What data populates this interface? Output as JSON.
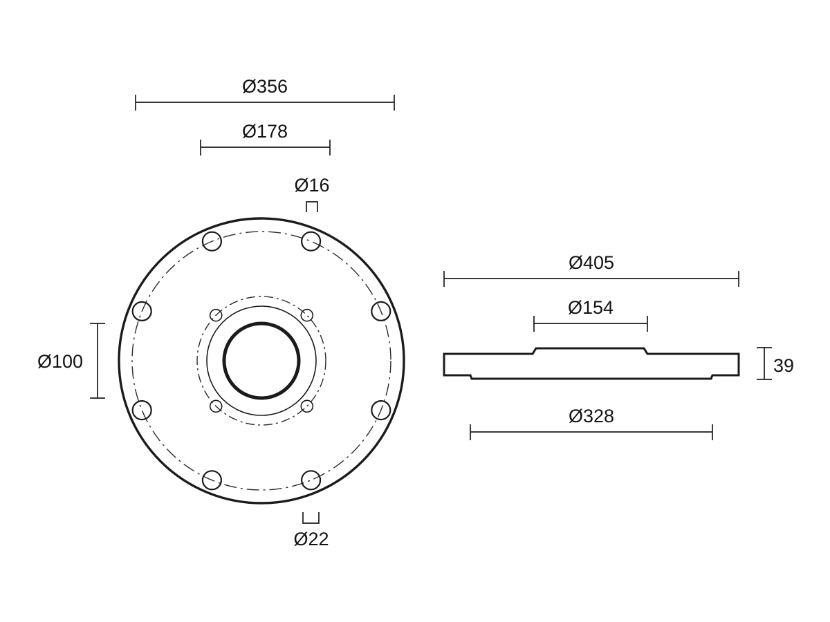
{
  "colors": {
    "line": "#1b1b1b",
    "background": "#ffffff"
  },
  "front_view": {
    "dims": {
      "outer_bolt_circle": "Ø356",
      "inner_bolt_circle": "Ø178",
      "small_hole": "Ø16",
      "bore": "Ø100",
      "outer_hole": "Ø22"
    }
  },
  "side_view": {
    "dims": {
      "outer": "Ø405",
      "boss": "Ø154",
      "thickness": "39",
      "recess": "Ø328"
    }
  }
}
